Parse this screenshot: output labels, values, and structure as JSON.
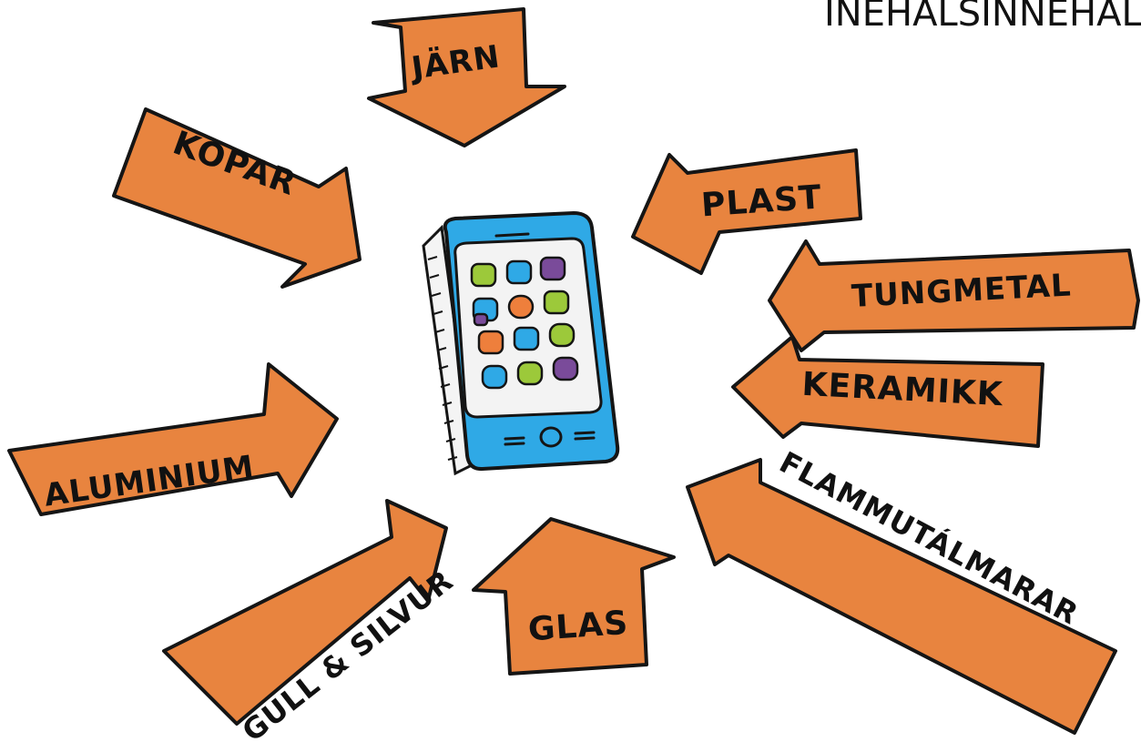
{
  "title": "INEHÅLSINNEHÅLL",
  "colors": {
    "arrow_fill": "#E8843F",
    "outline": "#151515",
    "phone_body": "#2FA9E6",
    "phone_screen": "#F3F3F3",
    "icon_orange": "#EE7F3C",
    "icon_blue": "#2FA9E6",
    "icon_purple": "#7A4B9A",
    "icon_green": "#9CC93A"
  },
  "materials": [
    "JÄRN",
    "KOPAR",
    "PLAST",
    "TUNGMETAL",
    "KERAMIKK",
    "ALUMINIUM",
    "GULL & SILVUR",
    "GLAS",
    "FLAMMUTÁLMARAR"
  ],
  "phone": {
    "icon_colors": [
      "green",
      "blue",
      "purple",
      "blue",
      "orange",
      "green",
      "purple",
      "orange",
      "orange",
      "orange",
      "blue",
      "green",
      "blue",
      "green",
      "purple"
    ]
  }
}
